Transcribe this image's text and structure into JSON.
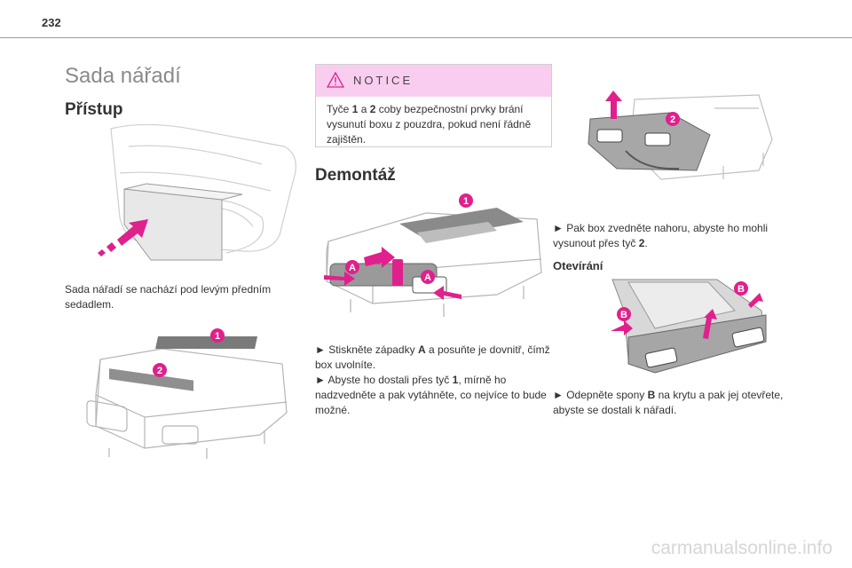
{
  "page_number": "232",
  "title": "Sada nářadí",
  "sections": {
    "access": {
      "heading": "Přístup",
      "text": "Sada nářadí se nachází pod levým předním sedadlem."
    },
    "notice": {
      "title": "NOTICE",
      "text_parts": [
        "Tyče ",
        "1",
        " a ",
        "2",
        " coby bezpečnostní prvky brání vysunutí boxu z pouzdra, pokud není řádně zajištěn."
      ]
    },
    "removal": {
      "heading": "Demontáž",
      "step1_parts": [
        "► Stiskněte západky ",
        "A",
        " a posuňte je dovnitř, čímž box uvolníte."
      ],
      "step2_parts": [
        "► Abyste ho dostali přes tyč ",
        "1",
        ", mírně ho nadzvedněte a pak vytáhněte, co nejvíce to bude možné."
      ]
    },
    "lift": {
      "step_parts": [
        "► Pak box zvedněte nahoru, abyste ho mohli vysunout přes tyč ",
        "2",
        "."
      ]
    },
    "opening": {
      "heading": "Otevírání",
      "step_parts": [
        "► Odepněte spony ",
        "B",
        " na krytu a pak jej otevřete, abyste se dostali k nářadí."
      ]
    }
  },
  "illustration_labels": {
    "bar1": "1",
    "bar2": "2",
    "latch": "A",
    "clip": "B"
  },
  "watermark": "carmanualsonline.info",
  "colors": {
    "accent_magenta": "#e0208c",
    "notice_bg": "#f9cdf0",
    "heading_gray": "#8a8a8a"
  }
}
